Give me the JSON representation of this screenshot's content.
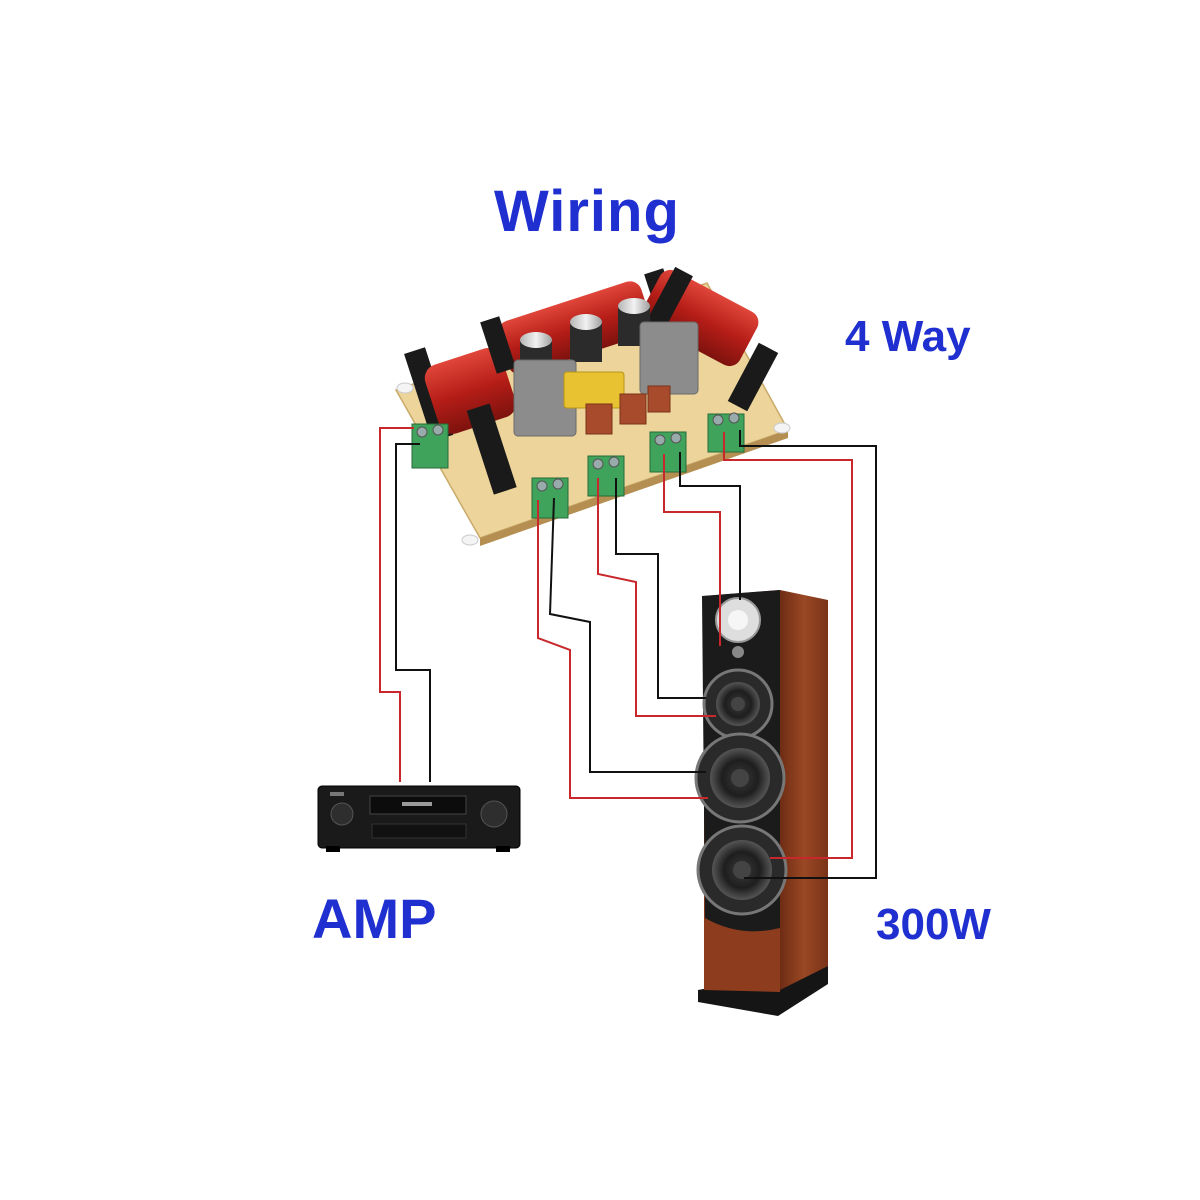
{
  "diagram": {
    "title": "Wiring",
    "type_label": "4 Way",
    "amp_label": "AMP",
    "power_label": "300W"
  },
  "colors": {
    "label_blue": "#1f2fd0",
    "wire_red": "#c8282c",
    "wire_black": "#111111",
    "pcb": "#ecd49a",
    "terminal_green": "#3fa35b",
    "coil_red": "#c9271f",
    "speaker_wood": "#8e3c1e",
    "speaker_baffle": "#1b1b1b"
  },
  "components": {
    "crossover_board": "crossover-board",
    "amplifier": "av-receiver",
    "speaker": "floor-standing-speaker"
  },
  "connections": [
    {
      "from": "amp",
      "to": "crossover-input"
    },
    {
      "from": "crossover-output-1",
      "to": "tweeter"
    },
    {
      "from": "crossover-output-2",
      "to": "mid-driver"
    },
    {
      "from": "crossover-output-3",
      "to": "mid-woofer"
    },
    {
      "from": "crossover-output-4",
      "to": "bass-woofer"
    }
  ]
}
